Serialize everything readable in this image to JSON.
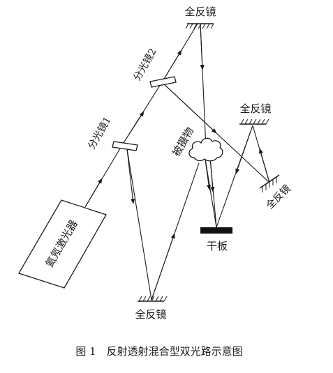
{
  "labels": {
    "mirror_top": "全反镜",
    "mirror_right_upper": "全反镜",
    "mirror_right_lower": "全反镜",
    "mirror_bottom": "全反镜",
    "splitter1": "分光镜1",
    "splitter2": "分光镜2",
    "object": "被摄物",
    "laser": "氦氖激光器",
    "plate": "干板"
  },
  "caption": "图 1　反射透射混合型双光路示意图"
}
